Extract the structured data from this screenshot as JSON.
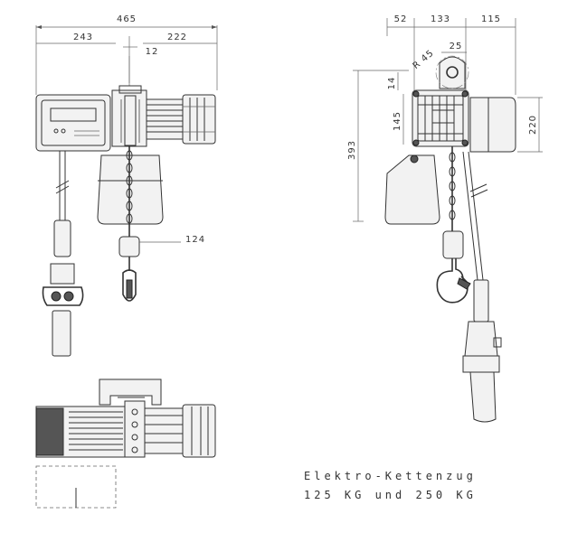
{
  "title": {
    "line1": "Elektro-Kettenzug",
    "line2": "125 KG und 250 KG"
  },
  "dimensions": {
    "front_total_width": "465",
    "front_left": "243",
    "front_right": "222",
    "front_shaft": "12",
    "front_hook": "124",
    "side_top_left": "52",
    "side_top_mid": "133",
    "side_top_right": "115",
    "side_offset": "25",
    "side_radius": "R 45",
    "side_small": "14",
    "side_body": "145",
    "side_height": "393",
    "side_motor": "220"
  }
}
